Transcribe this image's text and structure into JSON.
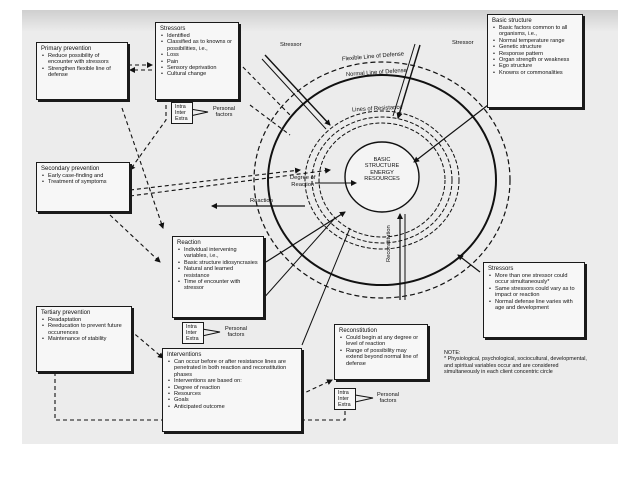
{
  "boxes": {
    "primary": {
      "title": "Primary prevention",
      "items": [
        "Reduce possibility of encounter with stressors",
        "Strengthen flexible line of defense"
      ]
    },
    "stressors_top": {
      "title": "Stressors",
      "items": [
        "Identified",
        "Classified as to knowns or possibilities, i.e.,"
      ],
      "subitems": [
        "Loss",
        "Pain",
        "Sensory deprivation",
        "Cultural change"
      ]
    },
    "basic_structure": {
      "title": "Basic structure",
      "items": [
        "Basic factors common to all organisms, i.e.,"
      ],
      "subitems": [
        "Normal temperature range",
        "Genetic structure",
        "Response pattern",
        "Organ strength or weakness",
        "Ego structure",
        "Knowns or commonalities"
      ]
    },
    "secondary": {
      "title": "Secondary prevention",
      "items": [
        "Early case-finding and",
        "Treatment of symptoms"
      ]
    },
    "reaction": {
      "title": "Reaction",
      "items": [
        "Individual intervening variables, i.e.,"
      ],
      "subitems": [
        "Basic structure idiosyncrasies",
        "Natural and learned resistance",
        "Time of encounter with stressor"
      ]
    },
    "stressors_right": {
      "title": "Stressors",
      "items": [
        "More than one stressor could occur simultaneously*",
        "Same stressors could vary as to impact or reaction",
        "Normal defense line varies with age and development"
      ]
    },
    "tertiary": {
      "title": "Tertiary prevention",
      "items": [
        "Readaptation",
        "Reeducation to prevent future occurrences",
        "Maintenance of stability"
      ]
    },
    "interventions": {
      "title": "Interventions",
      "items": [
        "Can occur before or after resistance lines are penetrated in both reaction and reconstitution phases",
        "Interventions are based on:"
      ],
      "subitems": [
        "Degree of reaction",
        "Resources",
        "Goals",
        "Anticipated outcome"
      ]
    },
    "reconstitution": {
      "title": "Reconstitution",
      "items": [
        "Could begin at any degree or level of reaction",
        "Range of possibility may extend beyond normal line of defense"
      ]
    }
  },
  "triad": {
    "lines": [
      "Intra",
      "Inter",
      "Extra"
    ],
    "factors": "Personal factors"
  },
  "labels": {
    "stressor1": "Stressor",
    "stressor2": "Stressor",
    "flexible_line": "Flexible Line of Defense",
    "normal_line": "Normal Line of Defense",
    "lines_resistance": "Lines of Resistance",
    "core": [
      "BASIC",
      "STRUCTURE",
      "ENERGY",
      "RESOURCES"
    ],
    "degree_of_reaction": [
      "Degree of",
      "Reaction"
    ],
    "reaction_arrow": "Reaction",
    "reconstitution_arrow": "Reconstitution"
  },
  "note": {
    "title": "NOTE:",
    "text": "* Physiological, psychological, sociocultural, developmental, and spiritual variables occur and are considered simultaneously in each client concentric circle"
  }
}
